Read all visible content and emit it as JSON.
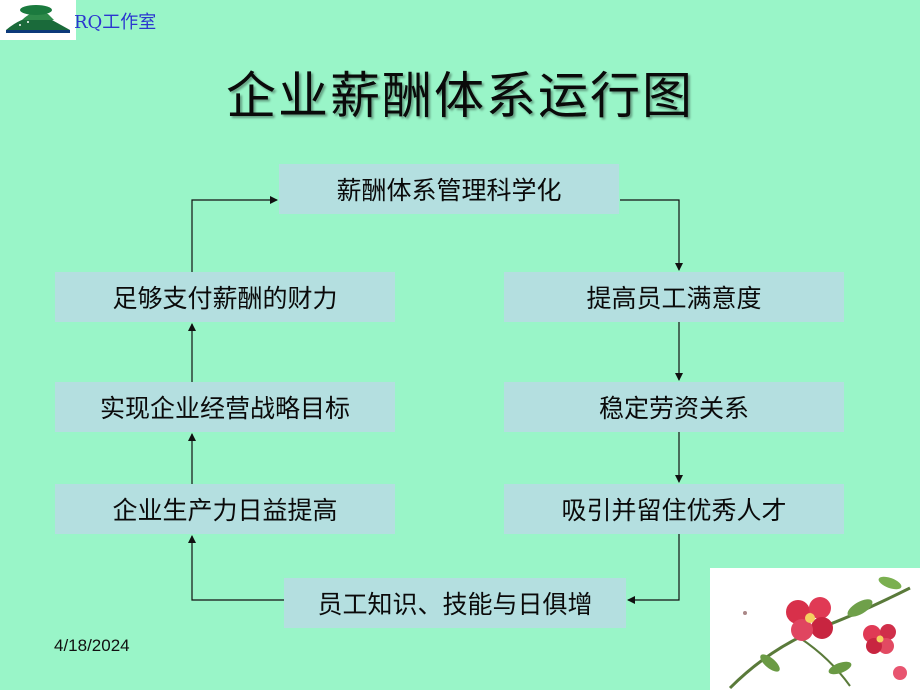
{
  "header": {
    "brand": "RQ工作室"
  },
  "title": "企业薪酬体系运行图",
  "flow": {
    "top": "薪酬体系管理科学化",
    "left": [
      "足够支付薪酬的财力",
      "实现企业经营战略目标",
      "企业生产力日益提高"
    ],
    "right": [
      "提高员工满意度",
      "稳定劳资关系",
      "吸引并留住优秀人才"
    ],
    "bottom": "员工知识、技能与日俱增"
  },
  "footer": {
    "date": "4/18/2024"
  },
  "colors": {
    "background": "#99f5c8",
    "box": "#b4dfe0",
    "brand_text": "#2b35d0"
  }
}
